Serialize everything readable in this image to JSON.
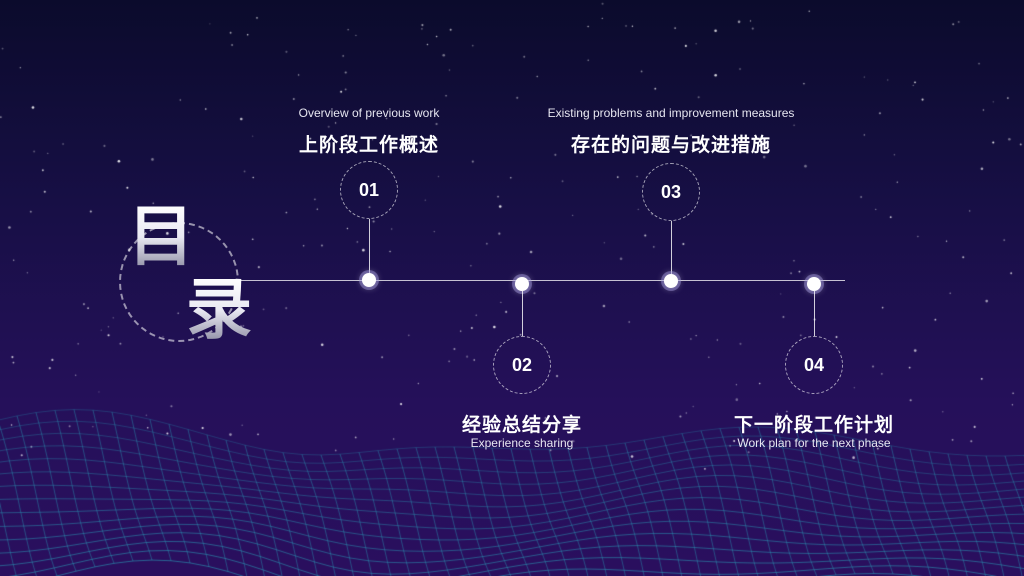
{
  "title": {
    "char1": "目",
    "char2": "录"
  },
  "items": [
    {
      "number": "01",
      "en": "Overview  of previous work",
      "cn": "上阶段工作概述"
    },
    {
      "number": "02",
      "en": "Experience sharing",
      "cn": "经验总结分享"
    },
    {
      "number": "03",
      "en": "Existing problems and improvement measures",
      "cn": "存在的问题与改进措施"
    },
    {
      "number": "04",
      "en": "Work plan for the next phase",
      "cn": "下一阶段工作计划"
    }
  ],
  "colors": {
    "background_top": "#0b0b2c",
    "background_bottom": "#2a0f5e",
    "mesh": "#2bb6c8",
    "line": "#ffffff"
  }
}
